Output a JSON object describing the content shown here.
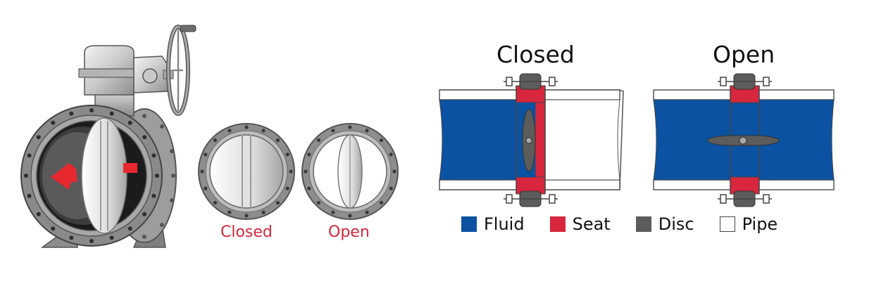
{
  "illustration": {
    "front_views": [
      {
        "label": "Closed"
      },
      {
        "label": "Open"
      }
    ]
  },
  "sections": [
    {
      "heading": "Closed"
    },
    {
      "heading": "Open"
    }
  ],
  "legend": [
    {
      "label": "Fluid",
      "color": "#0b52a2"
    },
    {
      "label": "Seat",
      "color": "#d7263d"
    },
    {
      "label": "Disc",
      "color": "#5c5c5c"
    },
    {
      "label": "Pipe",
      "color": "#ffffff"
    }
  ],
  "colors": {
    "accent_red": "#d7263d",
    "fluid_blue": "#0b52a2",
    "disc_gray": "#5c5c5c",
    "metal_gray": "#9a9a9a"
  }
}
